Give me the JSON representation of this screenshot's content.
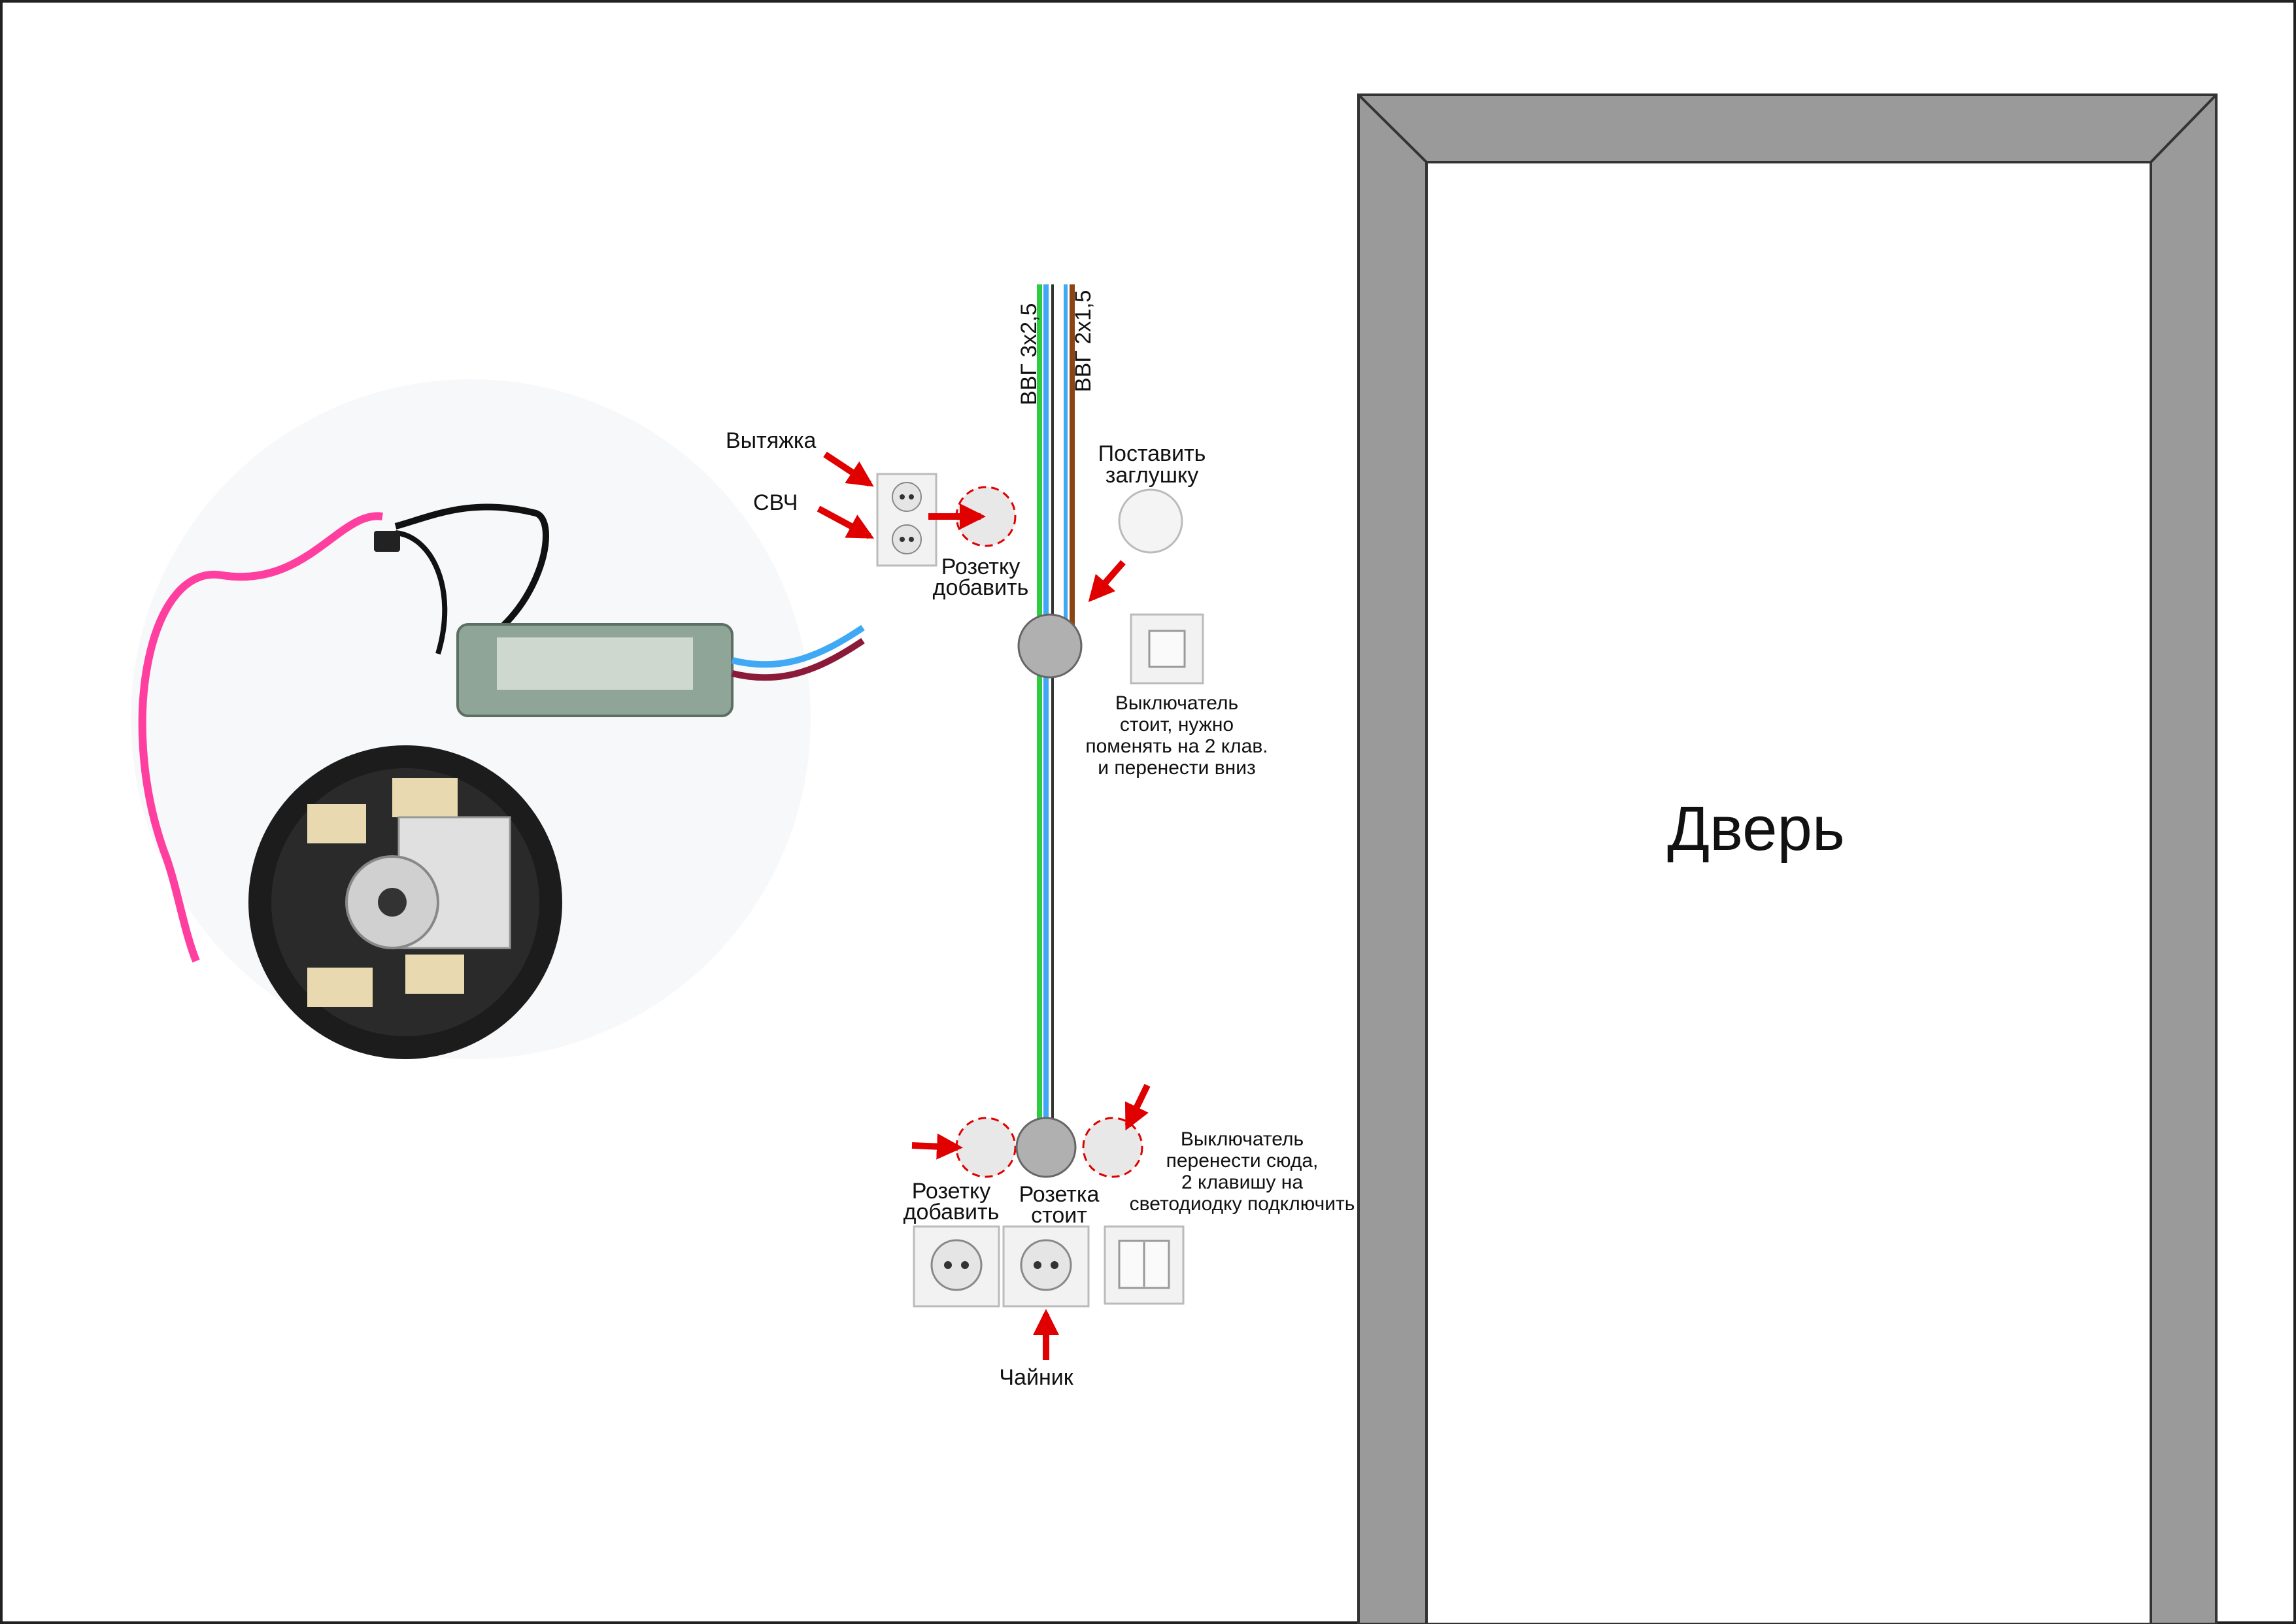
{
  "colors": {
    "door_frame": "#9a9a9a",
    "wire_green": "#2ecc40",
    "wire_blue": "#3fa9f5",
    "wire_brown": "#8b4513",
    "arrow_red": "#e00000",
    "circle_existing": "#b0b0b0",
    "circle_planned": "#e8e8e8",
    "led_pink": "#ff3fa0"
  },
  "door": {
    "label": "Дверь"
  },
  "cables": {
    "cable_main": "ВВГ 3х2,5",
    "cable_light": "ВВГ 2х1,5"
  },
  "labels": {
    "hood": "Вытяжка",
    "microwave": "СВЧ",
    "add_socket_top_1": "Розетку",
    "add_socket_top_2": "добавить",
    "blank_1": "Поставить",
    "blank_2": "заглушку",
    "switch_top_1": "Выключатель",
    "switch_top_2": "стоит, нужно",
    "switch_top_3": "поменять на 2 клав.",
    "switch_top_4": "и перенести вниз",
    "add_socket_bottom_1": "Розетку",
    "add_socket_bottom_2": "добавить",
    "socket_exists_1": "Розетка",
    "socket_exists_2": "стоит",
    "switch_move_1": "Выключатель",
    "switch_move_2": "перенести сюда,",
    "switch_move_3": "2 клавишу на",
    "switch_move_4": "светодиодку подключить",
    "kettle": "Чайник"
  }
}
